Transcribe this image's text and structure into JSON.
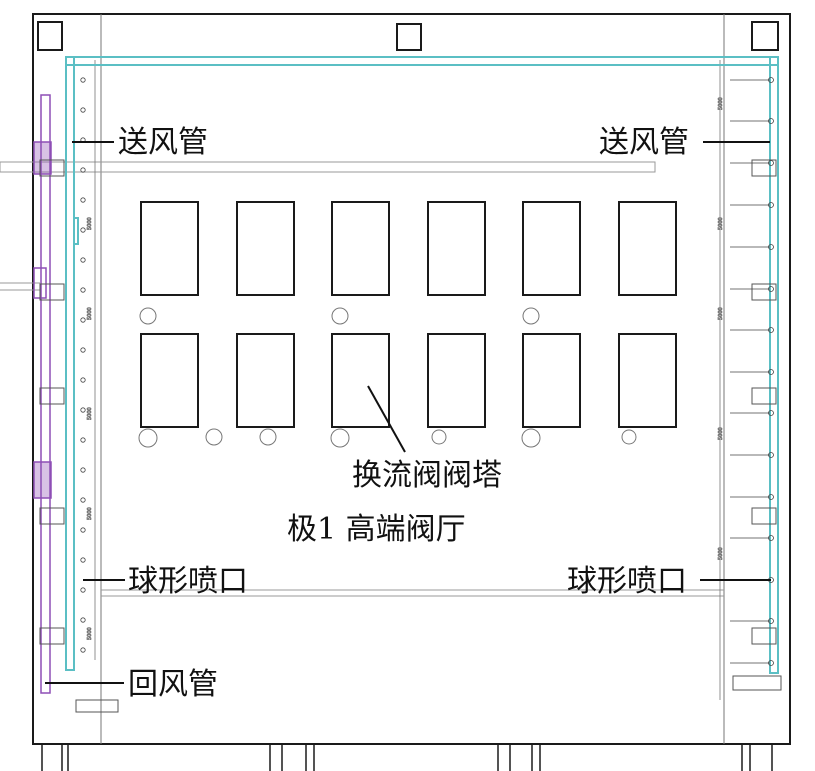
{
  "labels": {
    "supply_duct_left": "送风管",
    "supply_duct_right": "送风管",
    "valve_tower": "换流阀阀塔",
    "hall_name": "极1 高端阀厅",
    "nozzle_left": "球形喷口",
    "nozzle_right": "球形喷口",
    "return_duct": "回风管"
  },
  "colors": {
    "wall": "#1a1a1a",
    "supply_duct": "#5bbfc4",
    "return_duct": "#8e4fb5",
    "drawing_line": "#555555",
    "faint_line": "#9a9a9a"
  },
  "valve_towers": {
    "rows": 2,
    "columns": 6
  },
  "dimension_text": "5000"
}
